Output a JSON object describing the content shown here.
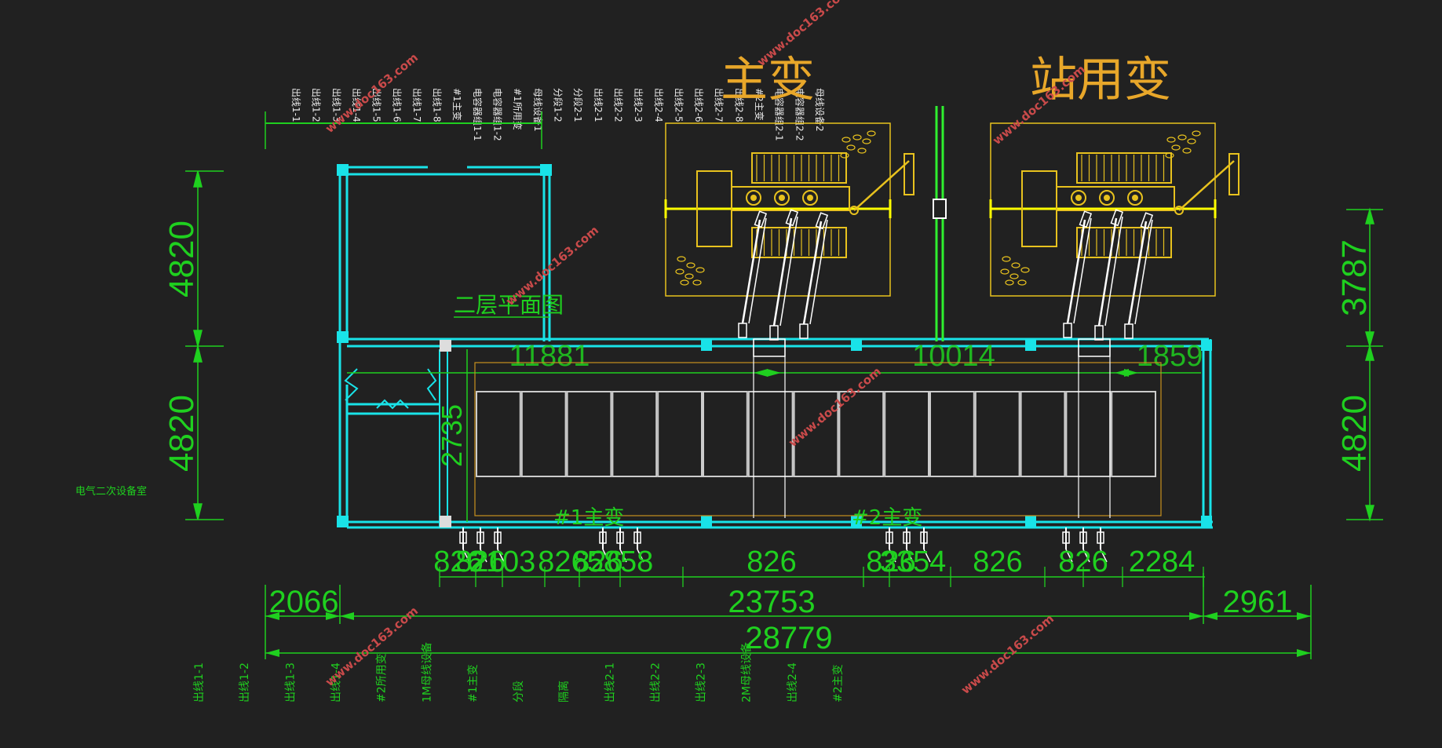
{
  "titles": {
    "main_transformer": "主变",
    "station_transformer": "站用变"
  },
  "room_labels": {
    "second_floor_plan": "二层平面图",
    "secondary_equipment_room": "电气二次设备室",
    "transformer_1": "#1主变",
    "transformer_2": "#2主变"
  },
  "dimensions": {
    "left_upper": "4820",
    "left_lower": "4820",
    "right_upper": "3787",
    "right_lower": "4820",
    "inner_1": "11881",
    "inner_2": "10014",
    "inner_3": "1859",
    "inner_vertical": "2735",
    "bottom_row": [
      "826",
      "826",
      "2103",
      "826",
      "826",
      "5858",
      "826",
      "826",
      "3354",
      "826",
      "826",
      "2284"
    ],
    "segment_total": "23753",
    "left_offset": "2066",
    "right_offset": "2961",
    "overall_total": "28779"
  },
  "top_labels": [
    "出线1-1",
    "出线1-2",
    "出线1-3",
    "出线1-4",
    "出线1-5",
    "出线1-6",
    "出线1-7",
    "出线1-8",
    "#1主变",
    "电容器组1-1",
    "电容器组1-2",
    "#1所用变",
    "母线设备1",
    "分段1-2",
    "分段2-1",
    "出线2-1",
    "出线2-2",
    "出线2-3",
    "出线2-4",
    "出线2-5",
    "出线2-6",
    "出线2-7",
    "出线2-8",
    "#2主变",
    "电容器组2-1",
    "电容器组2-2",
    "母线设备2"
  ],
  "bottom_labels": [
    "出线1-1",
    "出线1-2",
    "出线1-3",
    "出线1-4",
    "#2所用变",
    "1M母线设备",
    "#1主变",
    "分段",
    "隔离",
    "出线2-1",
    "出线2-2",
    "出线2-3",
    "2M母线设备",
    "出线2-4",
    "#2主变"
  ],
  "watermark": "www.doc163.com",
  "colors": {
    "background": "#212121",
    "wall": "#19e3e8",
    "dimension": "#1fd01f",
    "equipment": "#e8c21e",
    "busbar": "#ffff00",
    "cabinet": "#cccccc",
    "watermark": "#c94a4a"
  }
}
